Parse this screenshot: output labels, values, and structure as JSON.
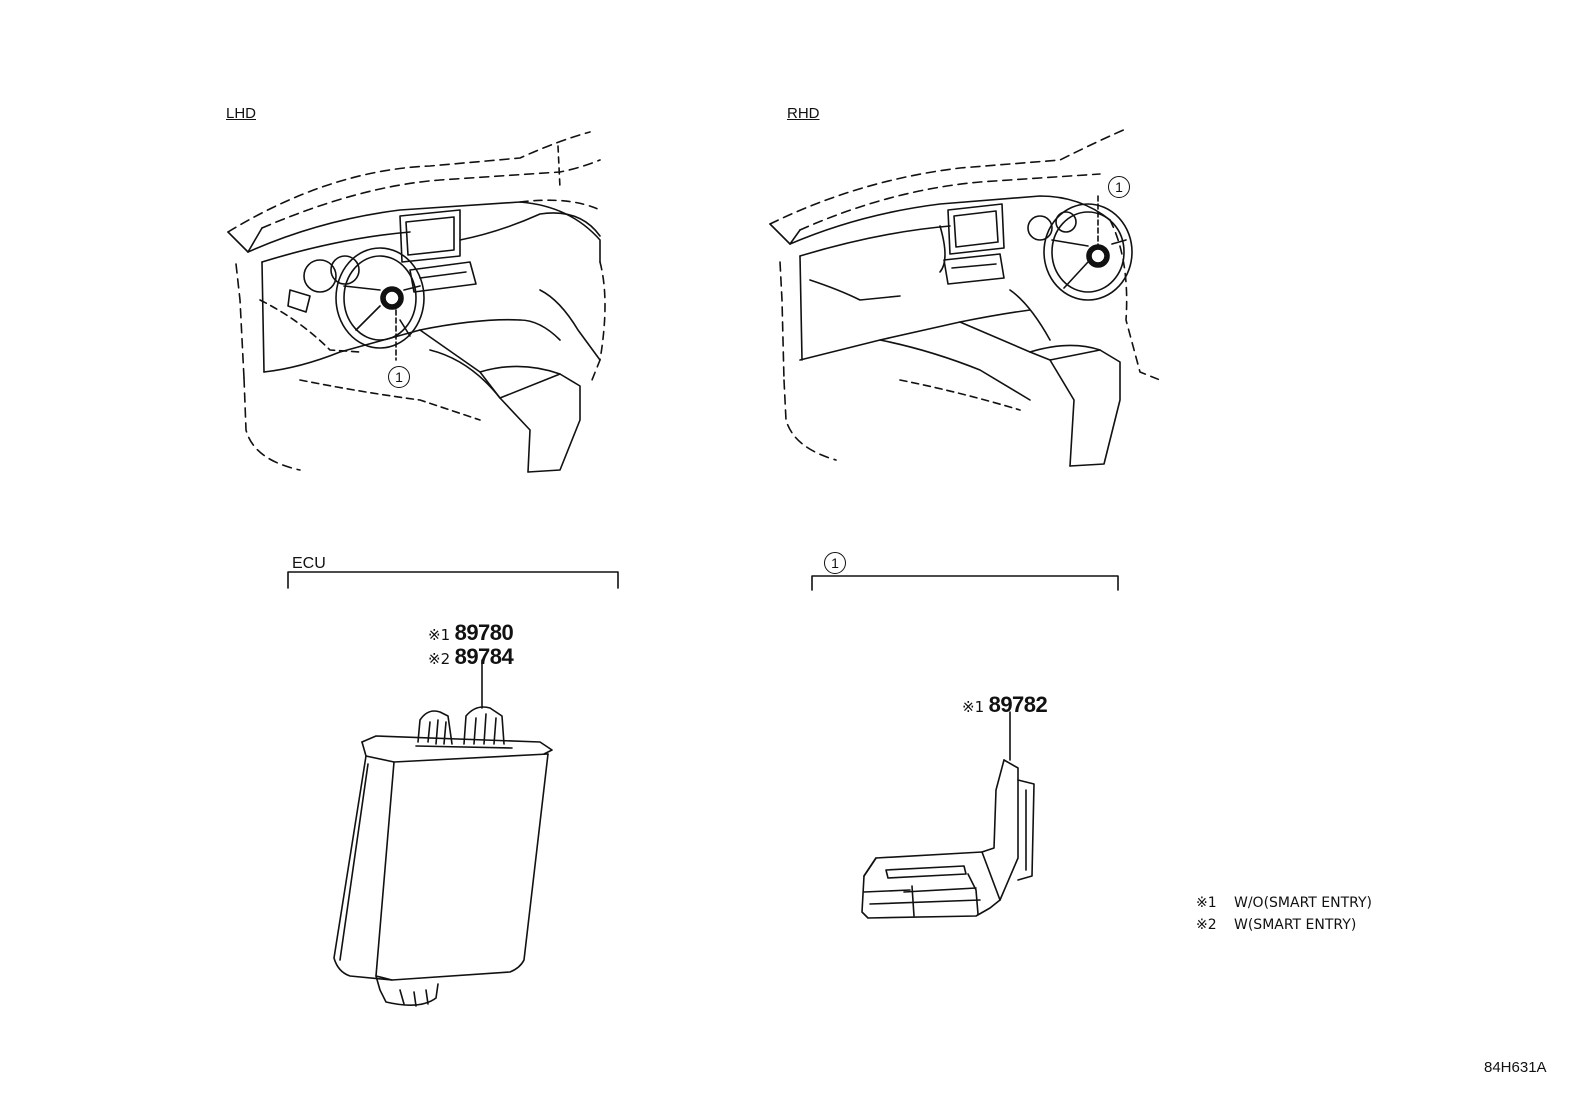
{
  "labels": {
    "lhd": "LHD",
    "rhd": "RHD",
    "ecu": "ECU",
    "callout": "1"
  },
  "parts": {
    "ecu_part1": {
      "marker": "※1",
      "number": "89780"
    },
    "ecu_part2": {
      "marker": "※2",
      "number": "89784"
    },
    "antenna_part": {
      "marker": "※1",
      "number": "89782"
    }
  },
  "notes": [
    {
      "marker": "※1",
      "text": "W/O(SMART ENTRY)"
    },
    {
      "marker": "※2",
      "text": "W(SMART ENTRY)"
    }
  ],
  "drawing_code": "84H631A",
  "icons": {
    "lhd_dashboard": "dashboard-lhd-illustration",
    "rhd_dashboard": "dashboard-rhd-illustration",
    "ecu_module": "ecu-module-illustration",
    "antenna_bracket": "antenna-bracket-illustration"
  }
}
